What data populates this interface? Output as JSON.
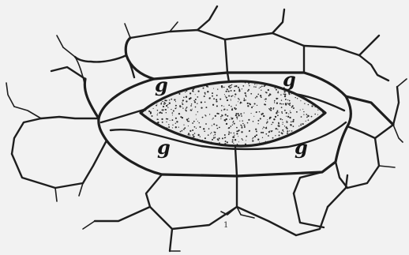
{
  "figure": {
    "guard_cell_labels": [
      "g",
      "g",
      "g",
      "g"
    ],
    "small_mark": "1",
    "colors": {
      "background": "#f2f2f2",
      "wall": "#1e1e1e",
      "pore_fill": "#e9e9e9",
      "stipple": "#2a2a2a"
    }
  }
}
